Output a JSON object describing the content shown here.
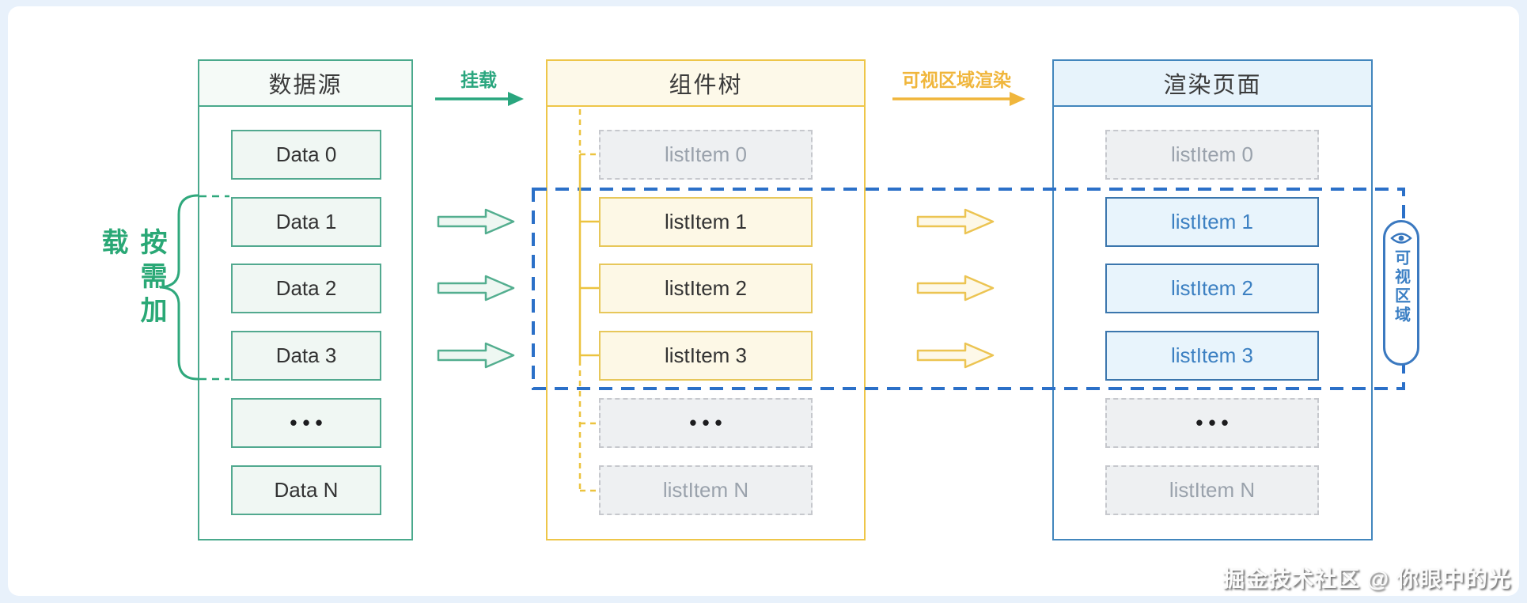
{
  "watermark": "掘金技术社区 @ 你眼中的光",
  "left_label": "按需加载",
  "mount_arrow_label": "挂载",
  "render_arrow_label": "可视区域渲染",
  "viewport_badge": {
    "icon": "eye-icon",
    "label": "可视区域"
  },
  "columns": [
    {
      "title": "数据源",
      "items": [
        {
          "label": "Data 0"
        },
        {
          "label": "Data 1"
        },
        {
          "label": "Data 2"
        },
        {
          "label": "Data 3"
        },
        {
          "label": "•••"
        },
        {
          "label": "Data N"
        }
      ]
    },
    {
      "title": "组件树",
      "items": [
        {
          "label": "listItem 0"
        },
        {
          "label": "listItem 1"
        },
        {
          "label": "listItem 2"
        },
        {
          "label": "listItem 3"
        },
        {
          "label": "•••"
        },
        {
          "label": "listItem N"
        }
      ]
    },
    {
      "title": "渲染页面",
      "items": [
        {
          "label": "listItem 0"
        },
        {
          "label": "listItem 1"
        },
        {
          "label": "listItem 2"
        },
        {
          "label": "listItem 3"
        },
        {
          "label": "•••"
        },
        {
          "label": "listItem N"
        }
      ]
    }
  ],
  "colors": {
    "green": "#2aa876",
    "data_border": "#4aa98c",
    "yellow": "#eec649",
    "render_label_orange": "#f0b63c",
    "viewport_blue": "#2b70c8",
    "item_blue_text": "#3c80c2",
    "muted_text": "#9aa2ac"
  }
}
